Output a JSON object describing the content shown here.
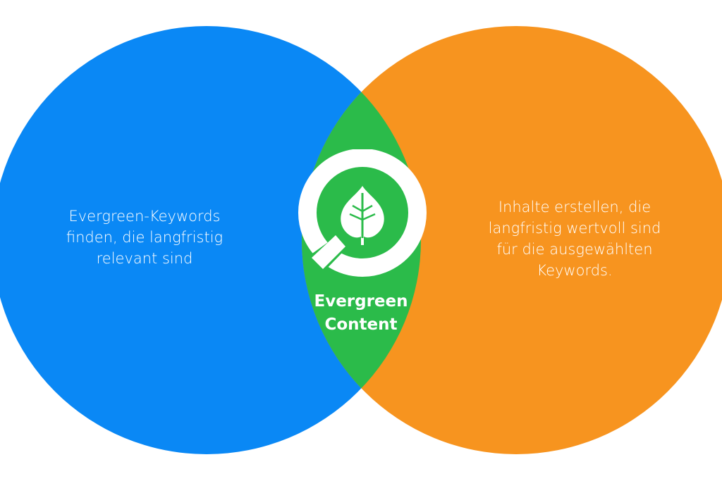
{
  "diagram": {
    "left_circle": {
      "color": "#0a88f5",
      "lines": [
        "Evergreen-Keywords",
        "finden, die langfristig",
        "relevant sind"
      ]
    },
    "right_circle": {
      "color": "#f7941f",
      "lines": [
        "Inhalte erstellen, die",
        "langfristig wertvoll sind",
        "für die ausgewählten",
        "Keywords."
      ]
    },
    "intersection": {
      "color": "#2bbb4a",
      "lines": [
        "Evergreen",
        "Content"
      ],
      "icon": "magnifier-leaf-icon"
    }
  }
}
